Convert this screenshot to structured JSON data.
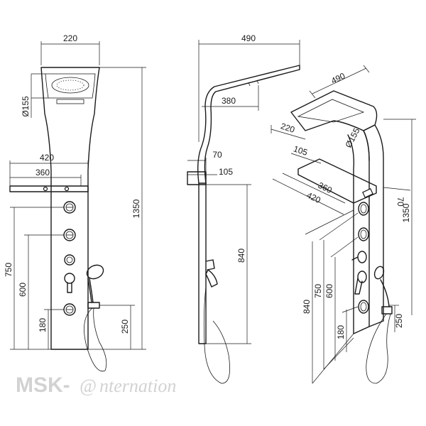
{
  "front_view": {
    "dims": {
      "head_width": "220",
      "head_diameter": "Ø155",
      "shelf_outer": "420",
      "shelf_inner": "360",
      "total_height": "1350",
      "jet_high": "750",
      "jet_mid": "600",
      "jet_low": "180",
      "hand_holder": "250"
    }
  },
  "side_view": {
    "dims": {
      "depth": "490",
      "arm": "380",
      "shelf_depth": "70",
      "shelf_thick": "105",
      "lower_height": "840"
    }
  },
  "iso_view": {
    "dims": {
      "depth": "490",
      "head_width": "220",
      "head_diameter": "Ø155",
      "shelf_thick": "105",
      "shelf_inner": "360",
      "shelf_outer": "420",
      "shelf_depth": "70",
      "total_height": "1350",
      "lower_height": "840",
      "jet_high": "750",
      "jet_mid": "600",
      "jet_low": "180",
      "hand_holder": "250"
    }
  },
  "watermark": {
    "left": "MSK-",
    "right": "nternation",
    "logo_glyph": "@"
  }
}
